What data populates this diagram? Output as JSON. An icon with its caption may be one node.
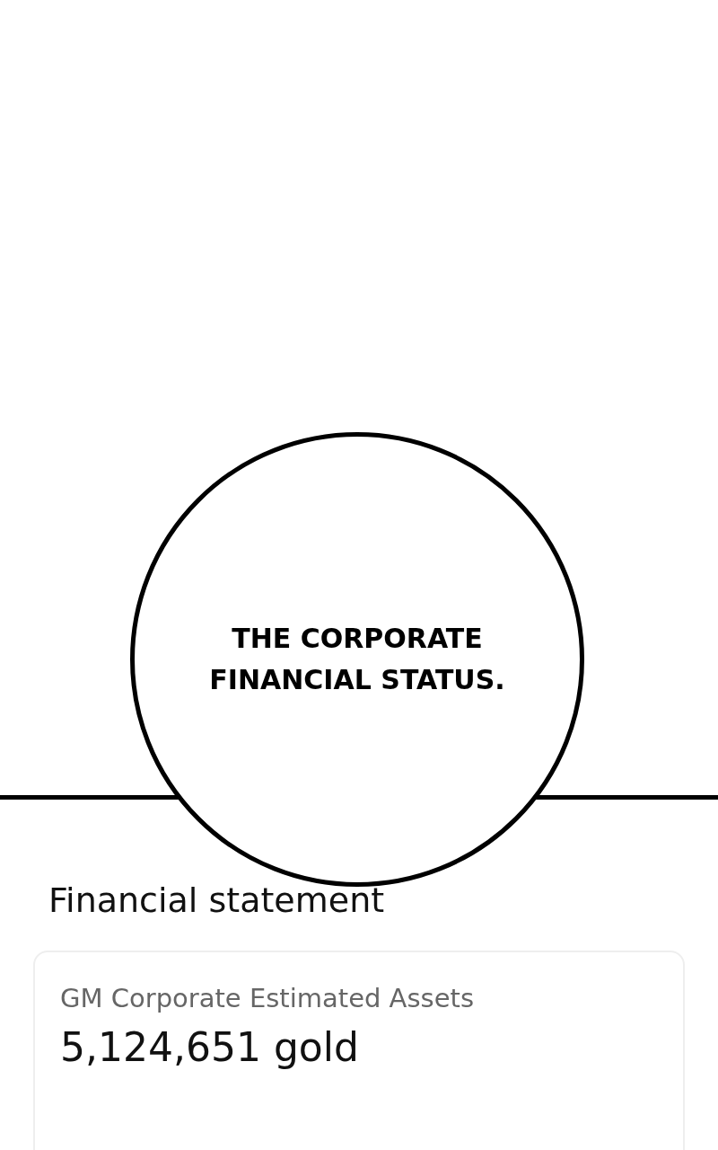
{
  "diagram": {
    "nodes": [
      {
        "text": [
          "THE CORPORATE FINANCIAL STATUS."
        ]
      },
      {
        "text": [
          "GM Corporate Estimated Assets",
          "5,124,651 gold"
        ]
      }
    ],
    "labels": [
      "Financial statement"
    ]
  }
}
